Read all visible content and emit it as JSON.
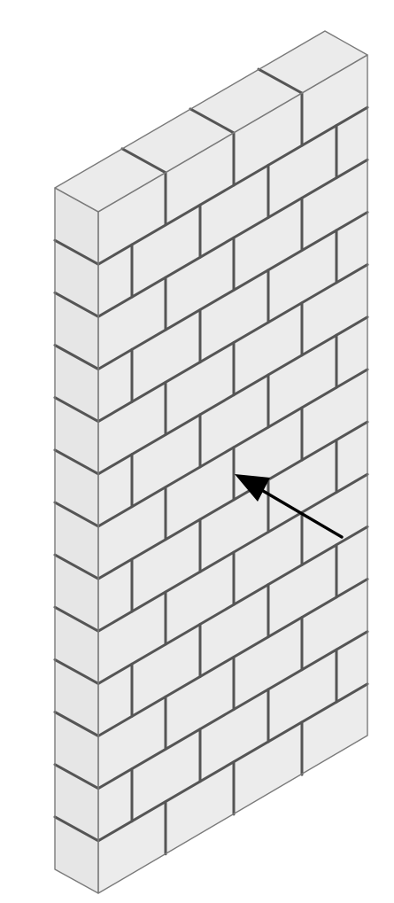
{
  "figure": {
    "subject": "brick-wall",
    "colors": {
      "background": "#ffffff",
      "brick_face": "#ececec",
      "mortar_line": "#555555",
      "outline": "#7a7a7a",
      "arrow": "#000000"
    },
    "wall": {
      "course_count": 13,
      "pattern": "running-bond"
    },
    "arrow": {
      "icon": "arrow-icon"
    }
  }
}
